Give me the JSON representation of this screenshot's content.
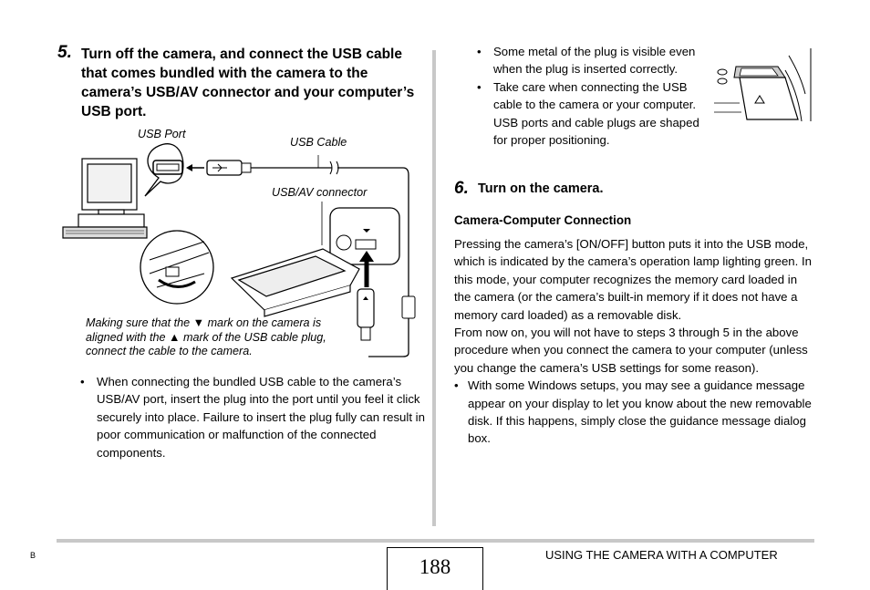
{
  "left": {
    "step5": {
      "number": "5.",
      "title": "Turn off the camera, and connect the USB cable that comes bundled with the camera to the camera’s USB/AV connector and your computer’s USB port."
    },
    "figure": {
      "label_usb_port": "USB Port",
      "label_usb_cable": "USB Cable",
      "label_usb_av": "USB/AV connector",
      "caption": "Making sure that the ▼ mark on the camera is aligned with the ▲ mark of the USB cable plug, connect the cable to the camera."
    },
    "bullet": "When connecting the bundled USB cable to the camera’s USB/AV port, insert the plug into the port until you feel it click securely into place. Failure to insert the plug fully can result in poor communication or malfunction of the connected components."
  },
  "right": {
    "bullets_top": [
      "Some metal of the plug is visible even when the plug is inserted correctly.",
      "Take care when connecting the USB cable to the camera or your computer. USB ports and cable plugs are shaped for proper positioning."
    ],
    "step6": {
      "number": "6.",
      "title": "Turn on the camera."
    },
    "section_heading": "Camera-Computer Connection",
    "paragraph1": "Pressing the camera’s [ON/OFF] button puts it into the USB mode, which is indicated by the camera’s operation lamp lighting green. In this mode, your computer recognizes the memory card loaded in the camera (or the camera’s built-in memory if it does not have a memory card loaded) as a removable disk.",
    "paragraph2": "From now on, you will not have to steps 3 through 5 in the above procedure when you connect the camera to your computer (unless you change the camera’s USB settings for some reason).",
    "bullet_bottom": "With some Windows setups, you may see a guidance message appear on your display to let you know about the new removable disk. If this happens, simply close the guidance message dialog box."
  },
  "footer": {
    "corner_mark": "B",
    "page_number": "188",
    "section_title": "USING THE CAMERA WITH A COMPUTER"
  },
  "bullet_symbol": "•"
}
